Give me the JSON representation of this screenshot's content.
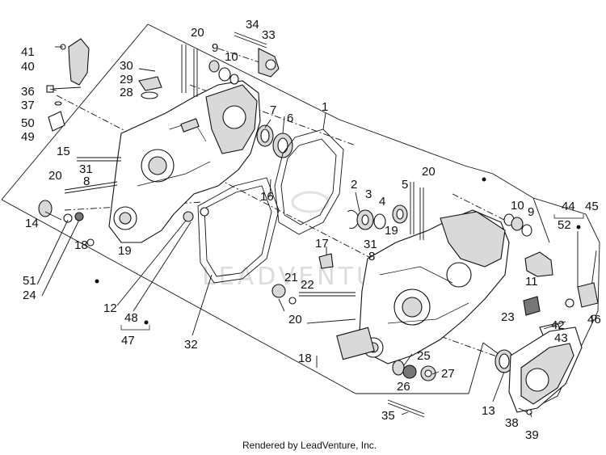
{
  "diagram": {
    "callouts": [
      "41",
      "40",
      "36",
      "37",
      "50",
      "49",
      "15",
      "20",
      "31",
      "8",
      "14",
      "18",
      "19",
      "51",
      "24",
      "12",
      "48",
      "47",
      "32",
      "30",
      "29",
      "28",
      "9",
      "10",
      "34",
      "33",
      "7",
      "6",
      "1",
      "16",
      "2",
      "3",
      "4",
      "5",
      "17",
      "21",
      "22",
      "11",
      "44",
      "45",
      "52",
      "46",
      "42",
      "43",
      "23",
      "25",
      "26",
      "27",
      "13",
      "38",
      "39",
      "35"
    ],
    "watermark": "LEADVENTURE",
    "footer_text": "Rendered by LeadVenture, Inc."
  }
}
